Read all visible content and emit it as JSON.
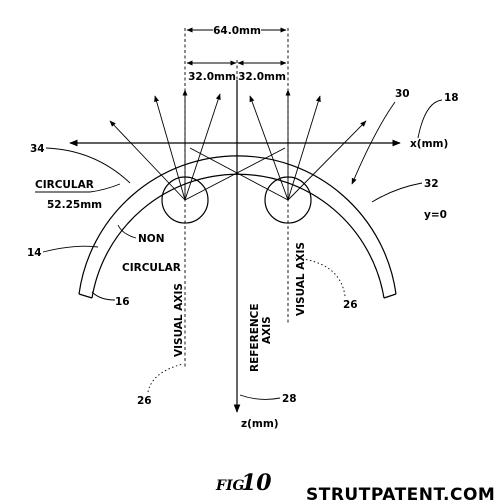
{
  "figure": {
    "dims": {
      "total": "64.0mm",
      "left": "32.0mm",
      "right": "32.0mm"
    },
    "axes": {
      "x": "x(mm)",
      "z": "z(mm)",
      "y_eq": "y=0"
    },
    "labels": {
      "circular": "CIRCULAR",
      "radius": "52.25mm",
      "non": "NON",
      "non_circular": "CIRCULAR",
      "visual_axis_left": "VISUAL AXIS",
      "visual_axis_right": "VISUAL AXIS",
      "reference": "REFERENCE",
      "axis": "AXIS"
    },
    "refs": {
      "r30": "30",
      "r18": "18",
      "r34": "34",
      "r32": "32",
      "r14": "14",
      "r16": "16",
      "r26a": "26",
      "r26b": "26",
      "r28": "28"
    },
    "caption": {
      "prefix": "FIG.",
      "number": "10"
    }
  },
  "watermark": "STRUTPATENT.COM"
}
